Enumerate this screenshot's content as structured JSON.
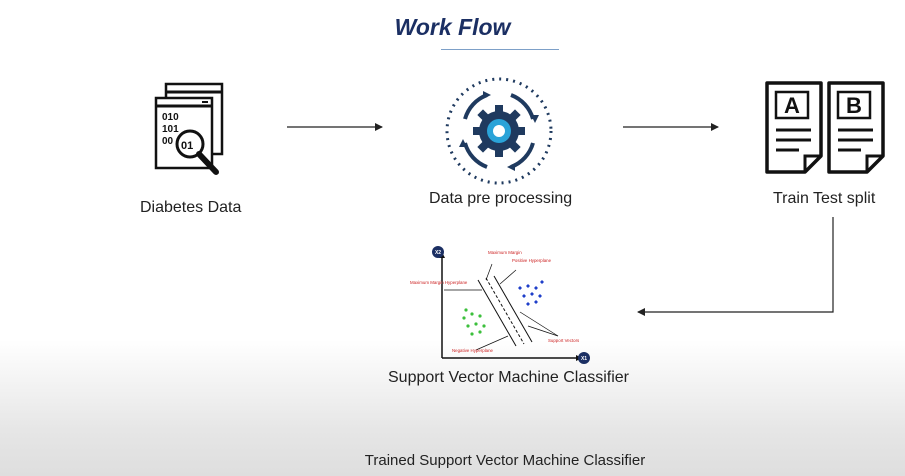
{
  "title": "Work Flow",
  "steps": {
    "diabetes_data": "Diabetes Data",
    "pre_processing": "Data pre processing",
    "train_test_split": "Train Test split",
    "svm_classifier": "Support Vector Machine Classifier",
    "trained_classifier": "Trained Support Vector Machine Classifier"
  },
  "data_icon": {
    "binary_rows": [
      "010",
      "101",
      "00"
    ],
    "lens_text": "01"
  },
  "doc_icon": {
    "letter_left": "A",
    "letter_right": "B"
  },
  "svm_plot": {
    "x_axis": "X1",
    "y_axis": "X2",
    "annotations": {
      "maximum_margin": "Maximum Margin",
      "positive_hyperplane": "Positive Hyperplane",
      "maximum_margin_hyperplane": "Maximum Margin Hyperplane",
      "negative_hyperplane": "Negative Hyperplane",
      "support_vectors": "Support Vectors"
    }
  },
  "colors": {
    "title": "#1b2f63",
    "gear": "#1f3a5f",
    "gear_accent": "#2aa3d8",
    "positive_points": "#1f3fc9",
    "negative_points": "#3cbf3c",
    "annotation_text": "#cc2222"
  }
}
